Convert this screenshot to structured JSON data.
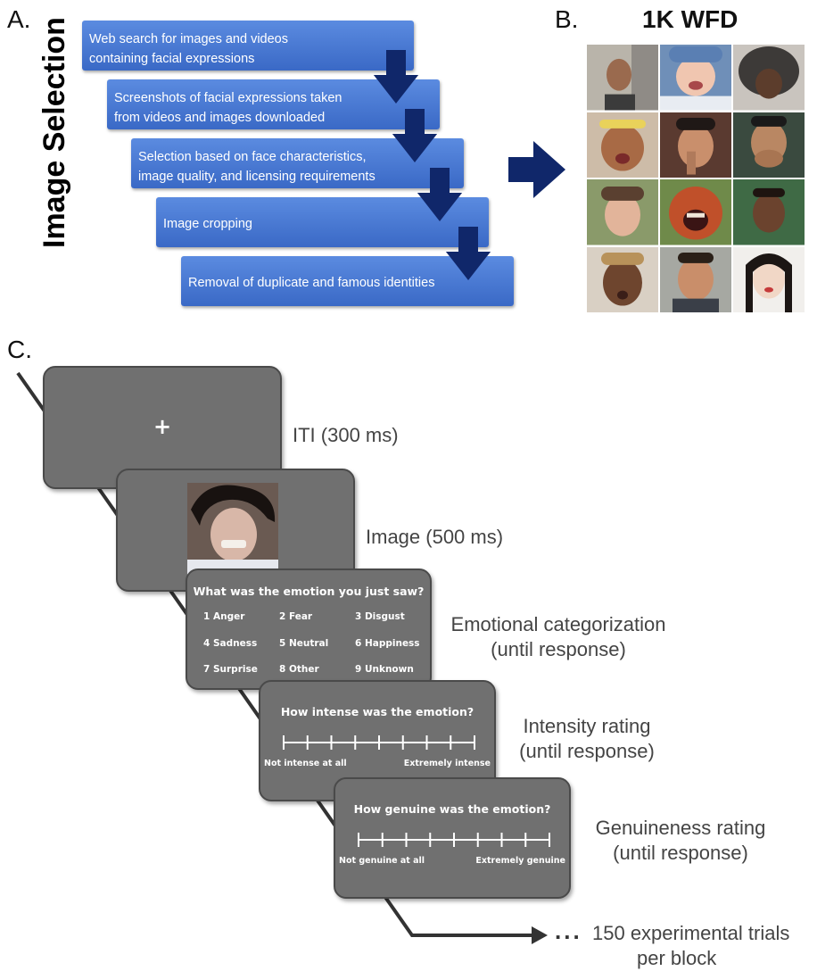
{
  "panels": {
    "a_label": "A.",
    "b_label": "B.",
    "c_label": "C."
  },
  "image_selection": {
    "title": "Image Selection",
    "steps": [
      {
        "line1": "Web search for images and videos",
        "line2": "containing facial expressions"
      },
      {
        "line1": "Screenshots of facial expressions taken",
        "line2": "from videos and images downloaded"
      },
      {
        "line1": "Selection based on face characteristics,",
        "line2": "image quality, and licensing requirements"
      },
      {
        "line1": "Image cropping",
        "line2": ""
      },
      {
        "line1": "Removal of duplicate and famous identities",
        "line2": ""
      }
    ]
  },
  "dataset": {
    "title": "1K WFD"
  },
  "trial": {
    "iti": {
      "symbol": "+",
      "label": "ITI (300 ms)"
    },
    "image": {
      "label": "Image (500 ms)"
    },
    "categorization": {
      "question": "What was the emotion you just saw?",
      "options": [
        "1 Anger",
        "2 Fear",
        "3 Disgust",
        "4 Sadness",
        "5 Neutral",
        "6 Happiness",
        "7 Surprise",
        "8 Other",
        "9 Unknown"
      ],
      "label_line1": "Emotional categorization",
      "label_line2": "(until response)"
    },
    "intensity": {
      "question": "How intense was the emotion?",
      "low": "Not intense at all",
      "high": "Extremely intense",
      "label_line1": "Intensity rating",
      "label_line2": "(until response)"
    },
    "genuineness": {
      "question": "How genuine was the emotion?",
      "low": "Not genuine at all",
      "high": "Extremely genuine",
      "label_line1": "Genuineness rating",
      "label_line2": "(until response)"
    },
    "footer": {
      "dots": "...",
      "line1": "150 experimental trials",
      "line2": "per block"
    }
  },
  "colors": {
    "step_box": "#4a7bd6",
    "arrow": "#10276a",
    "screen": "#707070"
  }
}
